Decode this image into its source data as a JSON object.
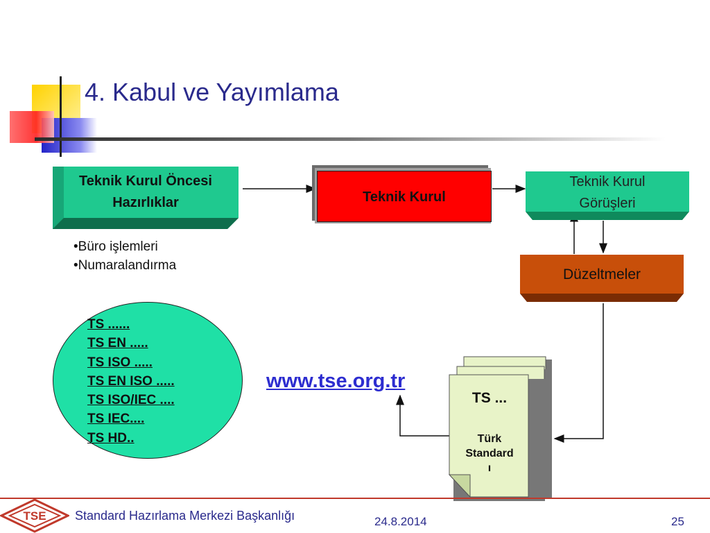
{
  "slide": {
    "title": "4. Kabul ve Yayımlama",
    "boxes": {
      "oncesi_line1": "Teknik Kurul Öncesi",
      "oncesi_line2": "Hazırlıklar",
      "kurul": "Teknik Kurul",
      "gorus_line1": "Teknik Kurul",
      "gorus_line2": "Görüşleri",
      "duzelt": "Düzeltmeler"
    },
    "bullets": [
      "•Büro işlemleri",
      "•Numaralandırma"
    ],
    "ts_list": [
      "TS ......",
      "TS EN .....",
      "TS ISO .....",
      "TS EN ISO .....",
      "TS ISO/IEC ....",
      "TS IEC....",
      "TS HD.."
    ],
    "url": "www.tse.org.tr",
    "document": {
      "ts": "TS ...",
      "line1": "Türk",
      "line2": "Standard",
      "line3": "ı"
    }
  },
  "footer": {
    "logo_text": "TSE",
    "org": "Standard Hazırlama Merkezi Başkanlığı",
    "date": "24.8.2014",
    "page": "25"
  },
  "colors": {
    "green": "#1fc98f",
    "red": "#ff0000",
    "orange": "#c84f0a",
    "ellipse": "#1fe0a6",
    "title": "#2a2a8c",
    "url": "#2d2dd0",
    "logo": "#c0392b"
  }
}
